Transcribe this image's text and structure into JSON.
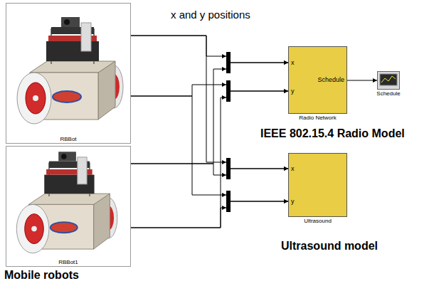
{
  "diagram": {
    "nodes": [
      {
        "text": [
          "RBBot"
        ]
      },
      {
        "text": [
          "RBBot1"
        ]
      },
      {
        "text": [
          "x",
          "y",
          "Schedule",
          "Radio Network"
        ]
      },
      {
        "text": [
          "Schedule"
        ]
      },
      {
        "text": [
          "x",
          "y",
          "Ultrasound"
        ]
      }
    ],
    "edges": [
      {
        "from": 0,
        "to": 2,
        "arrow": "to"
      },
      {
        "from": 0,
        "to": 4,
        "arrow": "to"
      },
      {
        "from": 1,
        "to": 2,
        "arrow": "to"
      },
      {
        "from": 1,
        "to": 4,
        "arrow": "to"
      },
      {
        "from": 2,
        "to": 3,
        "arrow": "to"
      }
    ],
    "labels": [
      "x and y positions",
      "IEEE 802.15.4 Radio Model",
      "Ultrasound model",
      "Mobile robots"
    ]
  }
}
